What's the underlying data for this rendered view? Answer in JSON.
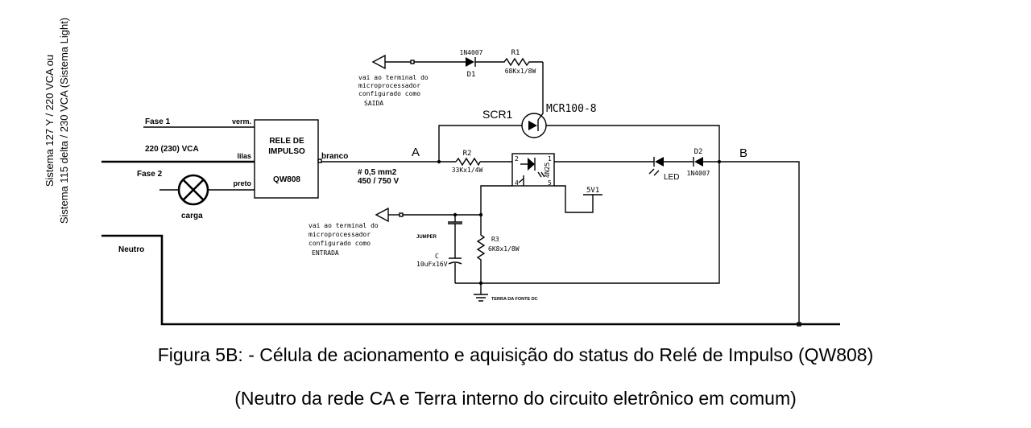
{
  "supply_note": [
    "Sistema 127 Y / 220 VCA ou",
    "Sistema 115 delta / 230 VCA (Sistema Light)"
  ],
  "left": {
    "fase1": "Fase 1",
    "fase2": "Fase 2",
    "v220": "220 (230) VCA",
    "carga": "carga",
    "neutro": "Neutro",
    "verm": "verm.",
    "lilas": "lilas",
    "preto": "preto",
    "branco": "branco"
  },
  "relay": {
    "line1": "RELE DE",
    "line2": "IMPULSO",
    "model": "QW808"
  },
  "cable": {
    "line1": "# 0,5 mm2",
    "line2": "450 / 750 V"
  },
  "nodes": {
    "a": "A",
    "b": "B"
  },
  "output": {
    "line1": "vai ao terminal do",
    "line2": "microprocessador",
    "line3": "configurado como",
    "line4": "SAIDA"
  },
  "input": {
    "line1": "vai ao terminal do",
    "line2": "microprocessador",
    "line3": "configurado como",
    "line4": "ENTRADA"
  },
  "components": {
    "d1_part": "1N4007",
    "d1_ref": "D1",
    "r1_ref": "R1",
    "r1_val": "68Kx1/8W",
    "scr_ref": "SCR1",
    "scr_part": "MCR100-8",
    "r2_ref": "R2",
    "r2_val": "33Kx1/4W",
    "opto_part": "4N25",
    "opto_pin1": "1",
    "opto_pin2": "2",
    "opto_pin4": "4",
    "opto_pin5": "5",
    "led_ref": "LED",
    "d2_ref": "D2",
    "d2_part": "1N4007",
    "v5": "5V1",
    "jumper": "JUMPER",
    "c_ref": "C",
    "c_val": "10uFx16V",
    "r3_ref": "R3",
    "r3_val": "6K8x1/8W",
    "ground": "TERRA DA FONTE DC"
  },
  "caption": {
    "line1": "Figura 5B: - Célula de acionamento e aquisição do status do Relé de Impulso (QW808)",
    "line2": "(Neutro da rede CA e Terra interno do circuito eletrônico em comum)"
  }
}
